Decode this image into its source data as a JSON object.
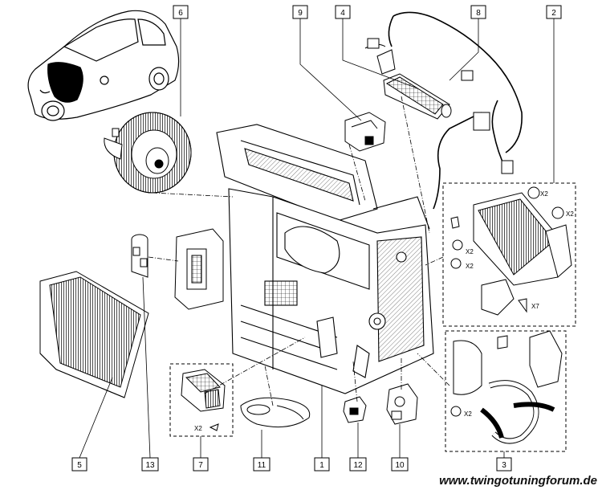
{
  "callouts": [
    "1",
    "2",
    "3",
    "4",
    "5",
    "6",
    "7",
    "8",
    "9",
    "10",
    "11",
    "12",
    "13"
  ],
  "quantity_labels": {
    "x2": "X2",
    "x7": "X7"
  },
  "watermark": "www.twingotuningforum.de",
  "colors": {
    "ink": "#000000",
    "background": "#ffffff",
    "highlight_fill": "#000000"
  },
  "parts": [
    {
      "callout": "1",
      "icon": "hvac-housing-icon"
    },
    {
      "callout": "2",
      "icon": "heater-core-kit-icon"
    },
    {
      "callout": "3",
      "icon": "heater-hoses-kit-icon"
    },
    {
      "callout": "4",
      "icon": "evaporator-core-icon"
    },
    {
      "callout": "5",
      "icon": "cabin-air-filter-icon"
    },
    {
      "callout": "6",
      "icon": "blower-fan-icon"
    },
    {
      "callout": "7",
      "icon": "blower-resistor-kit-icon"
    },
    {
      "callout": "8",
      "icon": "wiring-harness-icon"
    },
    {
      "callout": "9",
      "icon": "actuator-motor-icon"
    },
    {
      "callout": "10",
      "icon": "mixing-flap-motor-icon"
    },
    {
      "callout": "11",
      "icon": "air-duct-icon"
    },
    {
      "callout": "12",
      "icon": "sensor-icon"
    },
    {
      "callout": "13",
      "icon": "expansion-valve-icon"
    }
  ]
}
